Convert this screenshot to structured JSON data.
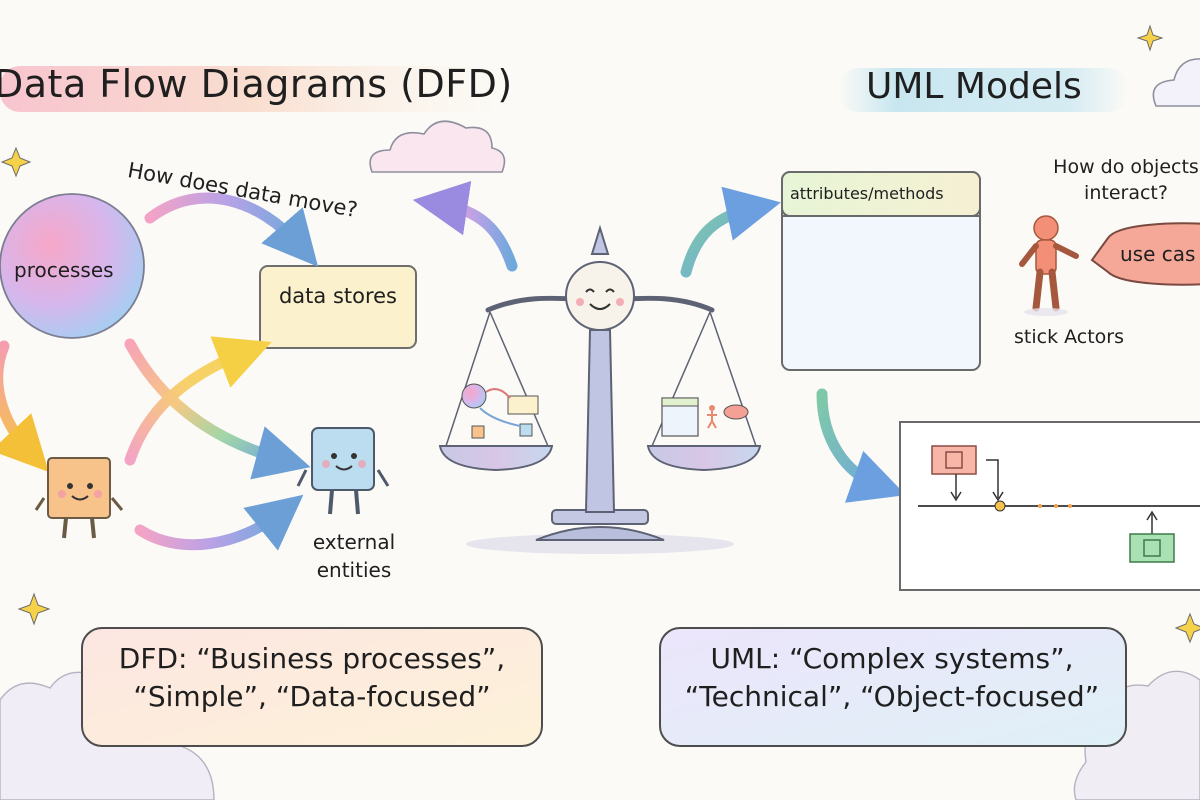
{
  "dfd": {
    "title": "Data Flow Diagrams (DFD)",
    "question": "How does data move?",
    "processes_label": "processes",
    "data_stores_label": "data stores",
    "external_entities_label": "external entities",
    "summary": "DFD: “Business processes”, “Simple”, “Data-focused”"
  },
  "uml": {
    "title": "UML Models",
    "class_box_header": "attributes/methods",
    "question": "How do objects interact?",
    "use_case_label": "use cas",
    "actors_label": "stick Actors",
    "summary": "UML: “Complex systems”, “Technical”, “Object-focused”"
  }
}
